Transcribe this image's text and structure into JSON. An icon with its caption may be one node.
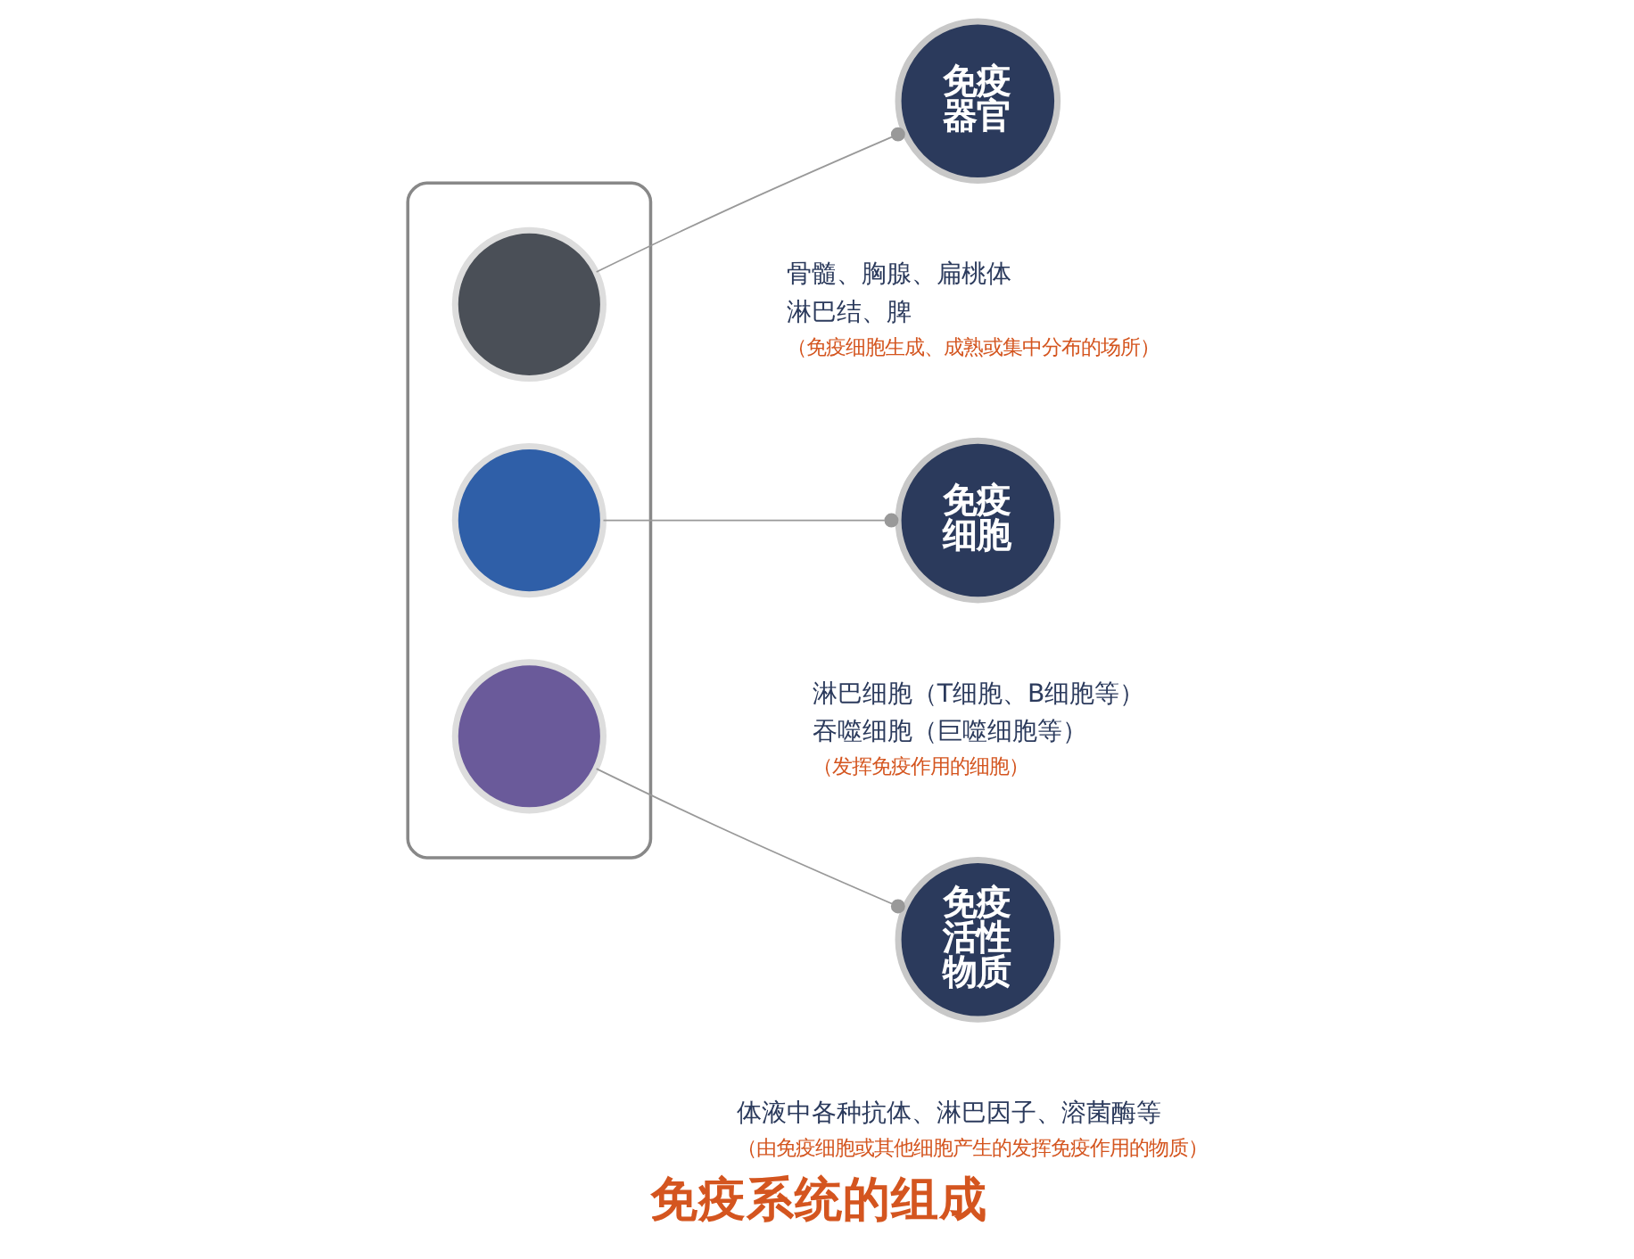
{
  "diagram": {
    "caption": "免疫系统的组成",
    "nodes": [
      {
        "text": [],
        "shape": "person"
      },
      {
        "text": [],
        "shape": "circle",
        "in": 0
      },
      {
        "text": [],
        "shape": "circle",
        "in": 0
      },
      {
        "text": [],
        "shape": "circle",
        "in": 0
      },
      {
        "text": [
          "免疫器官"
        ],
        "beside": [
          "骨髓、胸腺、扁桃体",
          "淋巴结、脾",
          "（免疫细胞生成、成熟或集中分布的场所）"
        ]
      },
      {
        "text": [
          "免疫细胞"
        ],
        "beside": [
          "淋巴细胞（T细胞、B细胞等）",
          "吞噬细胞（巨噬细胞等）",
          "（发挥免疫作用的细胞）"
        ]
      },
      {
        "text": [
          "免疫活性物质"
        ],
        "beside": [
          "体液中各种抗体、淋巴因子、溶菌酶等",
          "（由免疫细胞或其他细胞产生的发挥免疫作用的物质）"
        ]
      }
    ],
    "edges": [
      {
        "from": 1,
        "to": 4,
        "arrow": "other"
      },
      {
        "from": 2,
        "to": 5,
        "arrow": "other"
      },
      {
        "from": 3,
        "to": 6,
        "arrow": "other"
      }
    ]
  }
}
